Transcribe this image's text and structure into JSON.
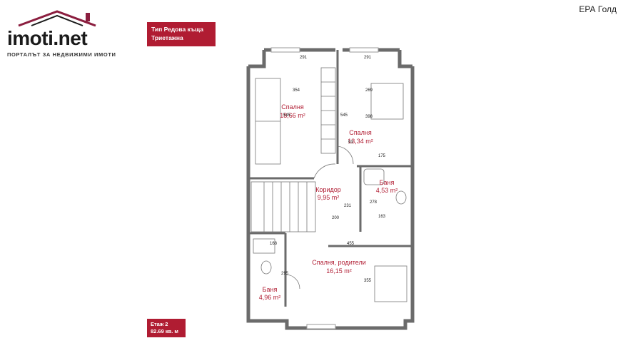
{
  "header": {
    "logo_text": "imoti.net",
    "logo_tagline": "ПОРТАЛЪТ ЗА НЕДВИЖИМИ ИМОТИ",
    "type_line1": "Тип Редова къща",
    "type_line2": "Триетажна",
    "agency": "ЕРА Голд"
  },
  "floor": {
    "label": "Етаж 2",
    "area": "82.69 кв. м"
  },
  "rooms": [
    {
      "name": "Спалня",
      "area": "18,66 m²"
    },
    {
      "name": "Спалня",
      "area": "13,34 m²"
    },
    {
      "name": "Коридор",
      "area": "9,95 m²"
    },
    {
      "name": "Баня",
      "area": "4,53 m²"
    },
    {
      "name": "Спалня, родители",
      "area": "16,15 m²"
    },
    {
      "name": "Баня",
      "area": "4,96 m²"
    }
  ],
  "dimensions": [
    "291",
    "291",
    "354",
    "545",
    "269",
    "398",
    "545",
    "93",
    "175",
    "231",
    "200",
    "278",
    "163",
    "455",
    "168",
    "295",
    "355"
  ],
  "colors": {
    "brand": "#b01c32",
    "wall": "#6b6b6b",
    "logo_roof": "#8b1e3f"
  }
}
